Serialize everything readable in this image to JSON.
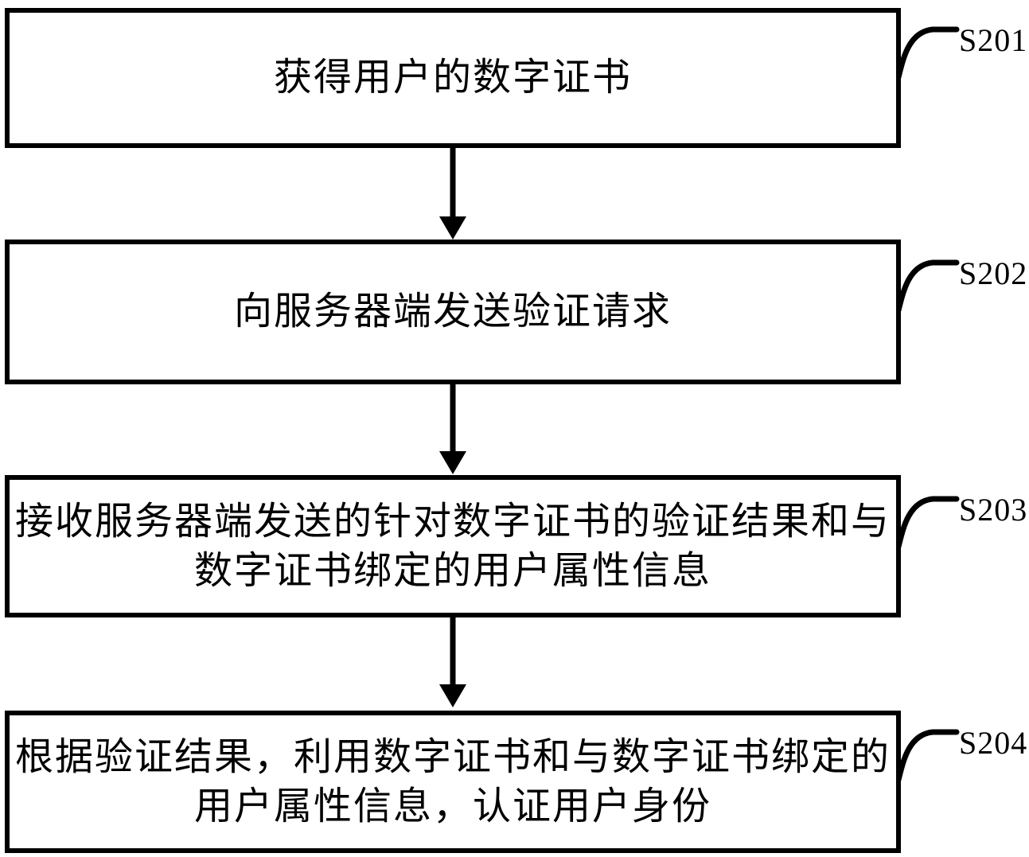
{
  "figure": {
    "type": "flowchart",
    "background": "#ffffff",
    "line_color": "#000000"
  },
  "steps": [
    {
      "label": "S201",
      "text": "获得用户的数字证书"
    },
    {
      "label": "S202",
      "text": "向服务器端发送验证请求"
    },
    {
      "label": "S203",
      "text": "接收服务器端发送的针对数字证书的验证结果和与\n数字证书绑定的用户属性信息"
    },
    {
      "label": "S204",
      "text": "根据验证结果，利用数字证书和与数字证书绑定的\n用户属性信息，认证用户身份"
    }
  ]
}
